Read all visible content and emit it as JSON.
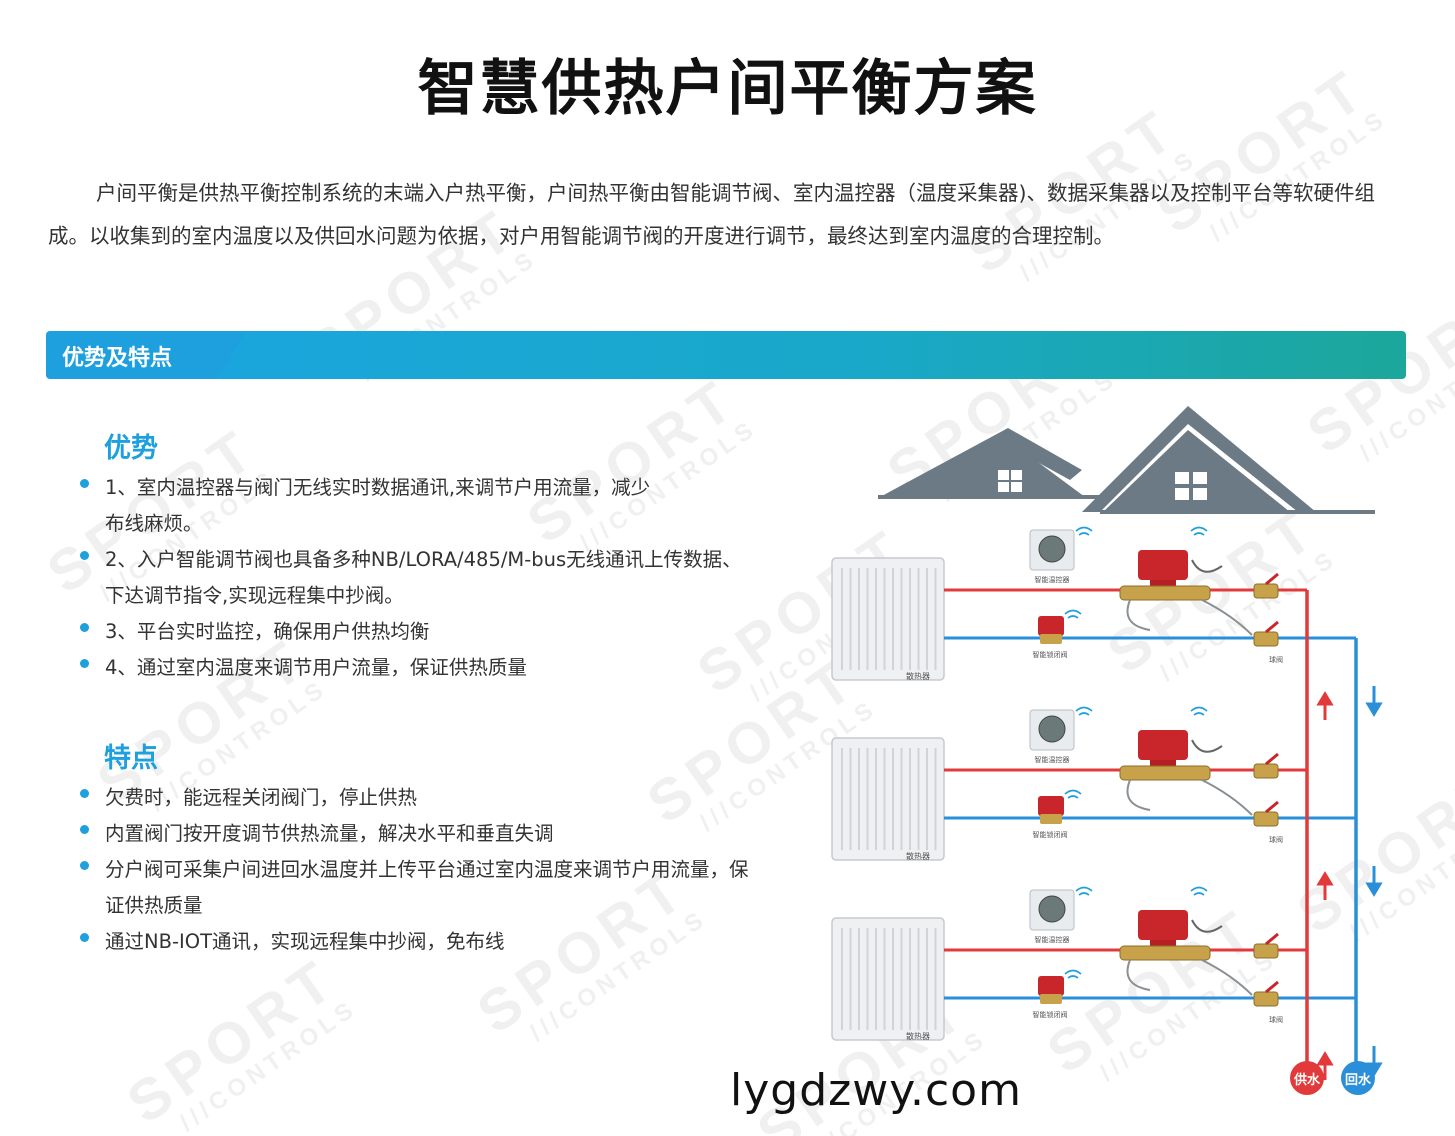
{
  "title": "智慧供热户间平衡方案",
  "intro": "户间平衡是供热平衡控制系统的末端入户热平衡，户间热平衡由智能调节阀、室内温控器（温度采集器)、数据采集器以及控制平台等软硬件组成。以收集到的室内温度以及供回水问题为依据，对户用智能调节阀的开度进行调节，最终达到室内温度的合理控制。",
  "banner": {
    "label": "优势及特点"
  },
  "advantages": {
    "heading": "优势",
    "items": [
      "1、室内温控器与阀门无线实时数据通讯,来调节户用流量，减少布线麻烦。",
      "2、入户智能调节阀也具备多种NB/LORA/485/M-bus无线通讯上传数据、下达调节指令,实现远程集中抄阀。",
      "3、平台实时监控，确保用户供热均衡",
      "4、通过室内温度来调节用户流量，保证供热质量"
    ]
  },
  "features": {
    "heading": "特点",
    "items": [
      "欠费时，能远程关闭阀门，停止供热",
      "内置阀门按开度调节供热流量，解决水平和垂直失调",
      "分户阀可采集户间进回水温度并上传平台通过室内温度来调节户用流量，保证供热质量",
      "通过NB-IOT通讯，实现远程集中抄阀，免布线"
    ]
  },
  "diagram": {
    "radiator_label": "散热器",
    "thermostat_label": "智能温控器",
    "onoff_valve_label": "智能锁闭阀",
    "ball_valve_label": "球阀",
    "supply_label": "供水",
    "return_label": "回水",
    "supply_color": "#e23a3a",
    "return_color": "#2a8fd8",
    "house_color": "#6c7a85"
  },
  "watermark": {
    "line1": "SPORT",
    "line2": "///CONTROLS"
  },
  "site": "lygdzwy.com",
  "colors": {
    "accent": "#1e9fde",
    "banner_end": "#1ca79b"
  }
}
